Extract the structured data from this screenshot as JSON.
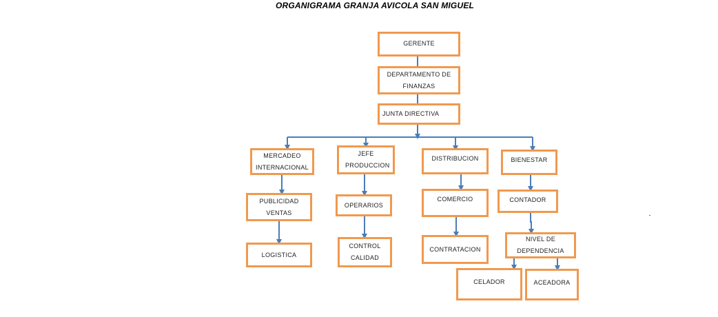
{
  "title": "ORGANIGRAMA GRANJA AVICOLA SAN MIGUEL",
  "colors": {
    "box_border": "#f0994e",
    "connector": "#4a7db8"
  },
  "nodes": {
    "gerente": "GERENTE",
    "finanzas": "DEPARTAMENTO DE FINANZAS",
    "junta": "JUNTA DIRECTIVA",
    "mercadeo": "MERCADEO INTERNACIONAL",
    "jefe": "JEFE PRODUCCION",
    "distribucion": "DISTRIBUCION",
    "bienestar": "BIENESTAR",
    "publicidad": "PUBLICIDAD VENTAS",
    "operarios": "OPERARIOS",
    "comercio": "COMERCIO",
    "contador": "CONTADOR",
    "logistica": "LOGISTICA",
    "control": "CONTROL CALIDAD",
    "contratacion": "CONTRATACION",
    "nivel": "NIVEL DE DEPENDENCIA",
    "celador": "CELADOR",
    "aceadora": "ACEADORA"
  }
}
